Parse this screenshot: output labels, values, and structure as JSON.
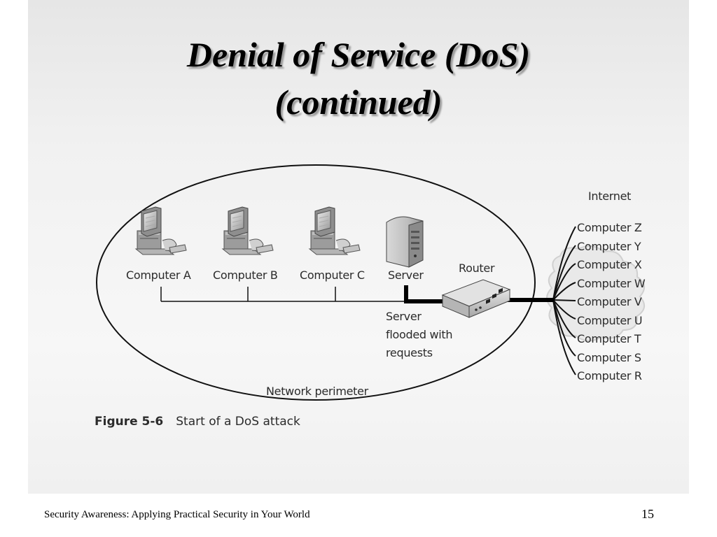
{
  "slide": {
    "title_line1": "Denial of Service (DoS)",
    "title_line2": "(continued)",
    "footer": "Security Awareness: Applying Practical Security in Your World",
    "page_number": "15"
  },
  "diagram": {
    "computers": [
      "Computer A",
      "Computer B",
      "Computer C"
    ],
    "server_label": "Server",
    "router_label": "Router",
    "server_note": [
      "Server",
      "flooded with",
      "requests"
    ],
    "perimeter_label": "Network perimeter",
    "internet_label": "Internet",
    "external_computers": [
      "Computer Z",
      "Computer Y",
      "Computer X",
      "Computer W",
      "Computer V",
      "Computer U",
      "Computer T",
      "Computer S",
      "Computer R"
    ],
    "icons": [
      "desktop-computer-icon",
      "server-icon",
      "router-icon",
      "internet-cloud-icon"
    ]
  },
  "caption": {
    "figure_number": "Figure 5-6",
    "text": "Start of a DoS attack"
  }
}
